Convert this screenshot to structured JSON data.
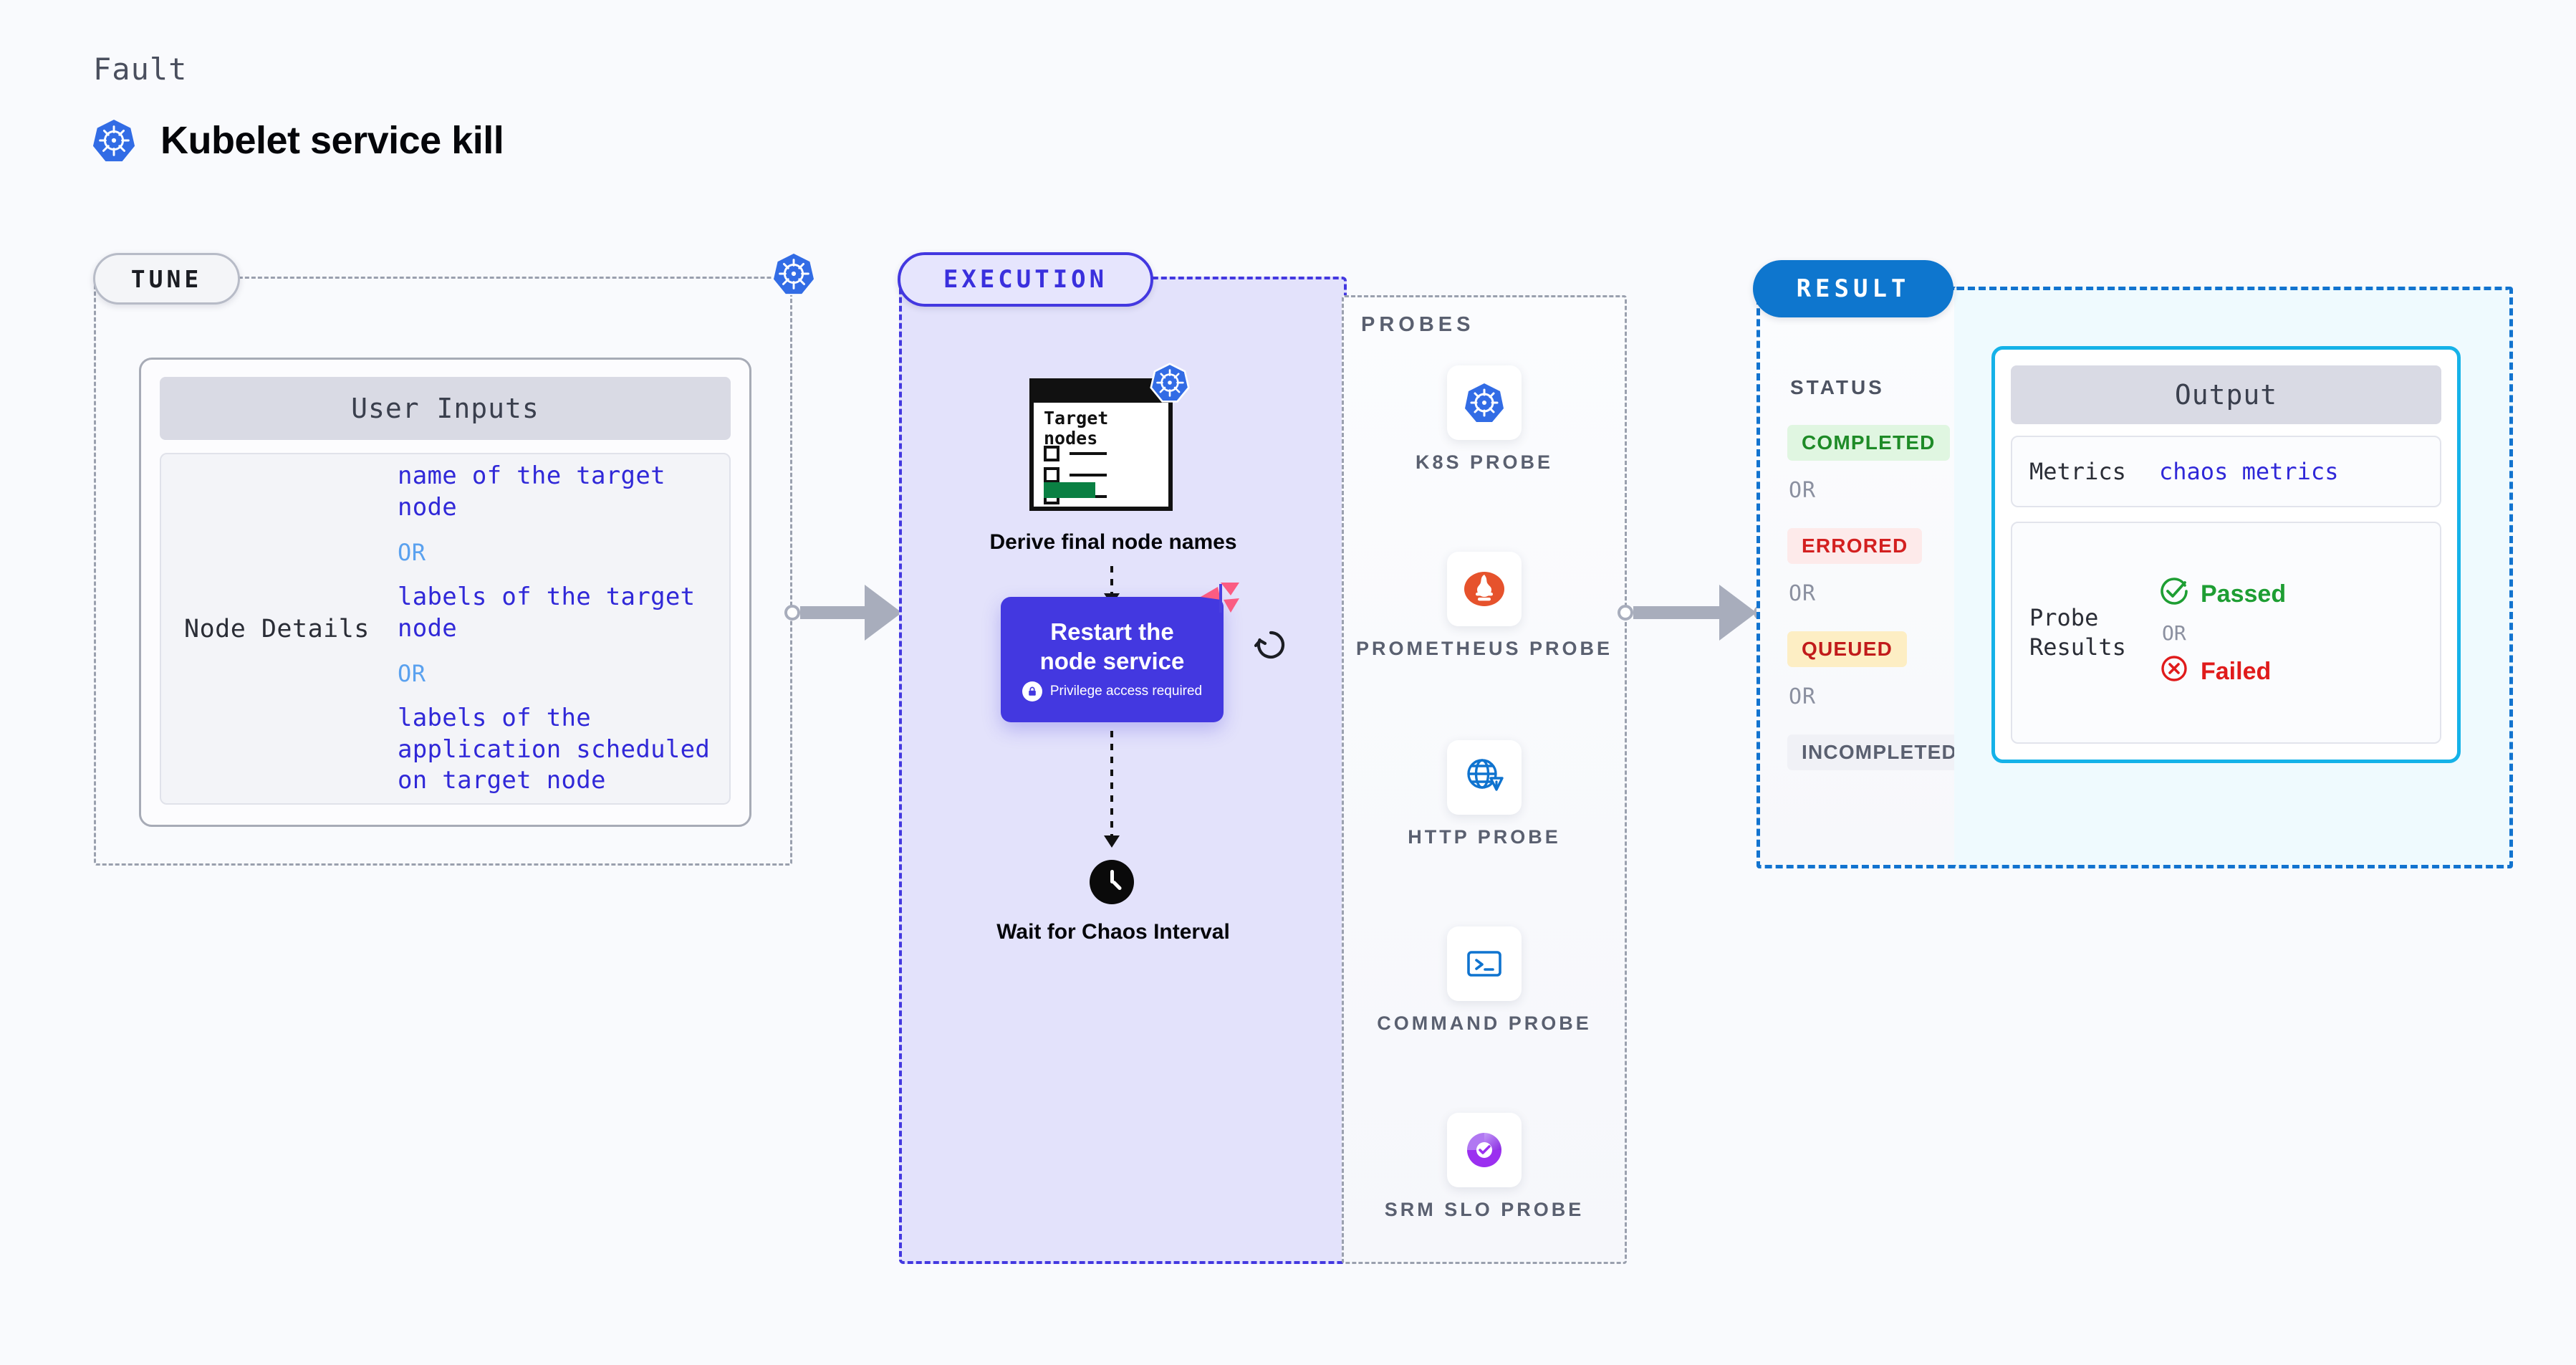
{
  "header": {
    "eyebrow": "Fault",
    "title": "Kubelet service kill",
    "icon": "kubernetes-icon"
  },
  "tune": {
    "badge": "TUNE",
    "corner_icon": "kubernetes-icon",
    "card_title": "User Inputs",
    "rows": [
      {
        "key": "Node Details",
        "values": [
          "name of the target node",
          "labels of the target node",
          "labels of the application scheduled on target node"
        ],
        "separator": "OR"
      }
    ]
  },
  "execution": {
    "badge": "EXECUTION",
    "nodes": [
      {
        "id": "derive-final-node-names",
        "caption": "Derive final node names",
        "card_title": "Target nodes",
        "card_icon": "kubernetes-icon"
      },
      {
        "id": "restart-node-service",
        "title": "Restart the node service",
        "subtitle": "Privilege access required",
        "badge_icon": "harness-logo-icon",
        "side_icon": "reload-icon",
        "lock_icon": "lock-icon"
      },
      {
        "id": "wait-for-chaos-interval",
        "caption": "Wait for Chaos Interval",
        "icon": "clock-icon"
      }
    ]
  },
  "probes": {
    "label": "PROBES",
    "items": [
      {
        "name": "K8S PROBE",
        "icon": "kubernetes-icon"
      },
      {
        "name": "PROMETHEUS PROBE",
        "icon": "prometheus-icon"
      },
      {
        "name": "HTTP PROBE",
        "icon": "globe-warning-icon"
      },
      {
        "name": "COMMAND PROBE",
        "icon": "terminal-icon"
      },
      {
        "name": "SRM SLO PROBE",
        "icon": "srm-slo-icon"
      }
    ]
  },
  "result": {
    "badge": "RESULT",
    "status_caption": "STATUS",
    "separator": "OR",
    "statuses": [
      {
        "label": "COMPLETED",
        "fg": "#1e8b27",
        "bg": "#e0f6e1"
      },
      {
        "label": "ERRORED",
        "fg": "#d32020",
        "bg": "#fdeaea"
      },
      {
        "label": "QUEUED",
        "fg": "#c11b1b",
        "bg": "#fdeec4"
      },
      {
        "label": "INCOMPLETED",
        "fg": "#5a6070",
        "bg": "#f0f1f6"
      }
    ],
    "output": {
      "title": "Output",
      "metrics_key": "Metrics",
      "metrics_value": "chaos metrics",
      "probe_results_key": "Probe Results",
      "passed_label": "Passed",
      "failed_label": "Failed",
      "separator": "OR",
      "passed_icon": "check-circle-icon",
      "failed_icon": "x-circle-icon"
    }
  },
  "colors": {
    "page_bg": "#f9fafd",
    "execution_accent": "#4338e0",
    "result_accent": "#0e76ce",
    "output_accent": "#15b2e8",
    "kubernetes_blue": "#326ce5",
    "harness_pink": "#fb5c82",
    "passed_green": "#1e9e33",
    "failed_red": "#e01b1b",
    "connector_gray": "#a8adbc"
  }
}
